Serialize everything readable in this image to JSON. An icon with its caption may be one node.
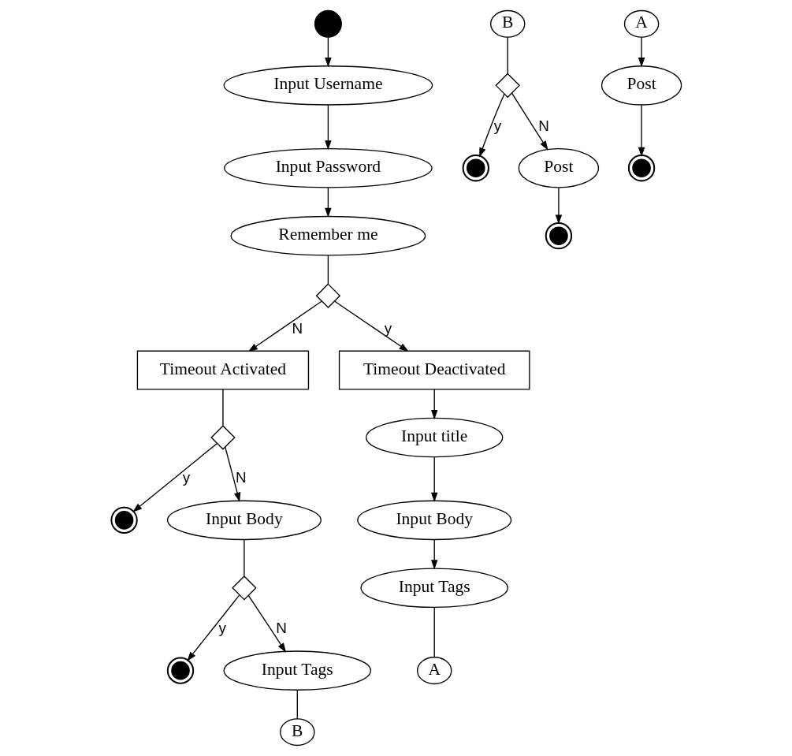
{
  "diagram": {
    "nodes": [
      {
        "text": [],
        "shape": "circle"
      },
      {
        "text": [
          "Input Username"
        ]
      },
      {
        "text": [
          "Input Password"
        ]
      },
      {
        "text": [
          "Remember me"
        ]
      },
      {
        "text": [],
        "shape": "diamond"
      },
      {
        "text": [
          "Timeout Activated"
        ]
      },
      {
        "text": [
          "Timeout Deactivated"
        ]
      },
      {
        "text": [
          "B"
        ]
      },
      {
        "text": [],
        "shape": "diamond"
      },
      {
        "text": [],
        "shape": "circle"
      },
      {
        "text": [
          "Post"
        ]
      },
      {
        "text": [],
        "shape": "circle"
      },
      {
        "text": [
          "A"
        ]
      },
      {
        "text": [
          "Post"
        ]
      },
      {
        "text": [],
        "shape": "circle"
      },
      {
        "text": [],
        "shape": "diamond"
      },
      {
        "text": [],
        "shape": "circle"
      },
      {
        "text": [
          "Input Body"
        ]
      },
      {
        "text": [],
        "shape": "diamond"
      },
      {
        "text": [],
        "shape": "circle"
      },
      {
        "text": [
          "Input Tags"
        ]
      },
      {
        "text": [
          "B"
        ]
      },
      {
        "text": [
          "Input title"
        ]
      },
      {
        "text": [
          "Input Body"
        ]
      },
      {
        "text": [
          "Input Tags"
        ]
      },
      {
        "text": [
          "A"
        ]
      }
    ],
    "edges": [
      {
        "from": 0,
        "to": 1,
        "arrow": "to"
      },
      {
        "from": 1,
        "to": 2,
        "arrow": "to"
      },
      {
        "from": 2,
        "to": 3,
        "arrow": "to"
      },
      {
        "from": 3,
        "to": 4,
        "arrow": "none"
      },
      {
        "from": 4,
        "to": 5,
        "arrow": "to",
        "label": "N"
      },
      {
        "from": 4,
        "to": 6,
        "arrow": "to",
        "label": "y"
      },
      {
        "from": 7,
        "to": 8,
        "arrow": "none"
      },
      {
        "from": 8,
        "to": 9,
        "arrow": "to",
        "label": "y"
      },
      {
        "from": 8,
        "to": 10,
        "arrow": "to",
        "label": "N"
      },
      {
        "from": 10,
        "to": 11,
        "arrow": "to"
      },
      {
        "from": 12,
        "to": 13,
        "arrow": "to"
      },
      {
        "from": 13,
        "to": 14,
        "arrow": "to"
      },
      {
        "from": 5,
        "to": 15,
        "arrow": "none"
      },
      {
        "from": 15,
        "to": 16,
        "arrow": "to",
        "label": "y"
      },
      {
        "from": 15,
        "to": 17,
        "arrow": "to",
        "label": "N"
      },
      {
        "from": 17,
        "to": 18,
        "arrow": "none"
      },
      {
        "from": 18,
        "to": 19,
        "arrow": "to",
        "label": "y"
      },
      {
        "from": 18,
        "to": 20,
        "arrow": "to",
        "label": "N"
      },
      {
        "from": 20,
        "to": 21,
        "arrow": "none"
      },
      {
        "from": 6,
        "to": 22,
        "arrow": "to"
      },
      {
        "from": 22,
        "to": 23,
        "arrow": "to"
      },
      {
        "from": 23,
        "to": 24,
        "arrow": "to"
      },
      {
        "from": 24,
        "to": 25,
        "arrow": "none"
      }
    ]
  }
}
